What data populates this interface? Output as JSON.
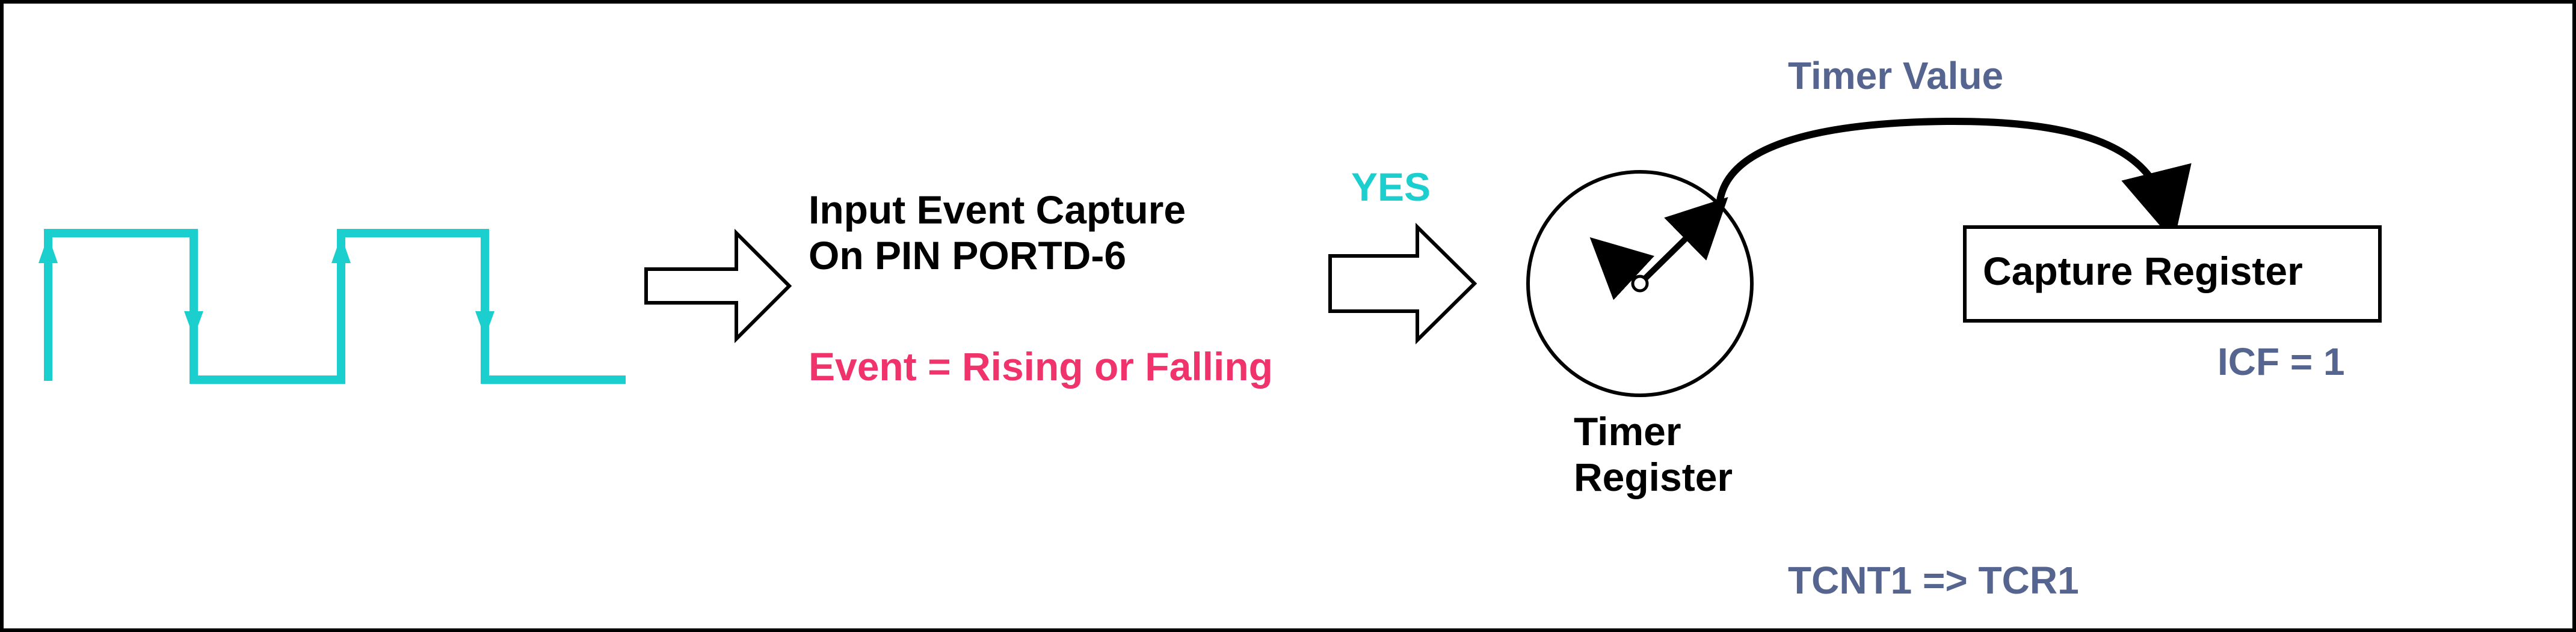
{
  "colors": {
    "signal": "#1BCFCF",
    "event": "#F0336B",
    "yes": "#1BCFCF",
    "register_label": "#55658F",
    "line": "#000000"
  },
  "icons": {
    "input_arrow": "hollow-right-arrow",
    "yes_arrow": "hollow-right-arrow",
    "timer": "clock-icon"
  },
  "capture_text": {
    "line1": "Input Event Capture",
    "line2": "On PIN PORTD-6"
  },
  "event_text": "Event = Rising or Falling",
  "yes_label": "YES",
  "timer_value_label": "Timer Value",
  "timer_register": {
    "line1": "Timer",
    "line2": "Register"
  },
  "capture_register_label": "Capture Register",
  "icf_label": "ICF = 1",
  "transfer_label": "TCNT1 => TCR1"
}
